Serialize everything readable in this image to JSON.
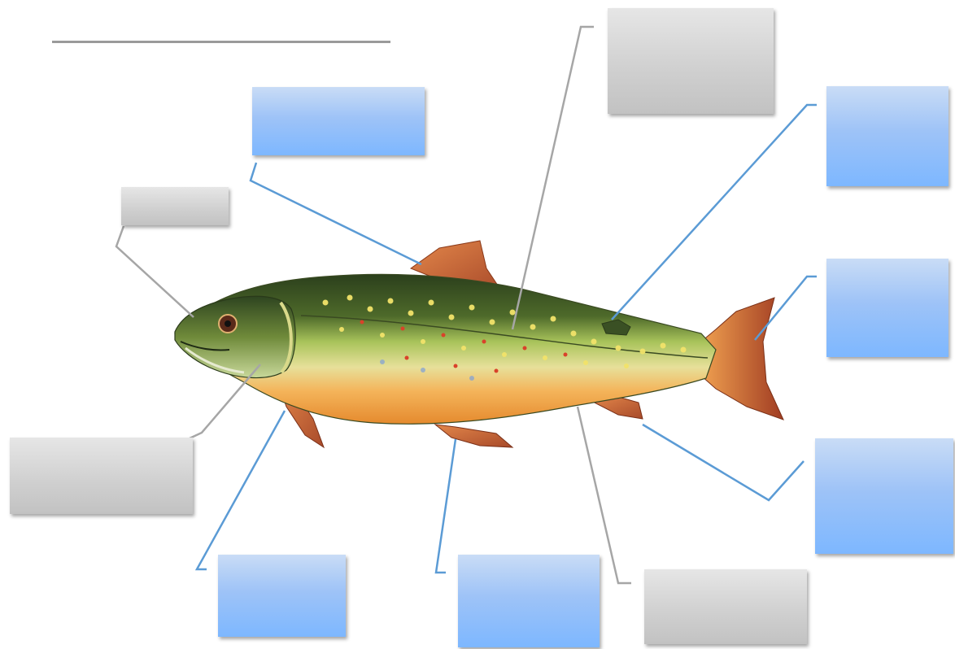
{
  "diagram": {
    "subject": "fish",
    "title": "",
    "labels": [
      {
        "id": "box-dorsal-fin",
        "style": "blue",
        "text": ""
      },
      {
        "id": "box-snout",
        "style": "gray",
        "text": ""
      },
      {
        "id": "box-lateral-line",
        "style": "gray",
        "text": ""
      },
      {
        "id": "box-adipose-fin",
        "style": "blue",
        "text": ""
      },
      {
        "id": "box-caudal-fin",
        "style": "blue",
        "text": ""
      },
      {
        "id": "box-anal-fin",
        "style": "blue",
        "text": ""
      },
      {
        "id": "box-gill-cover",
        "style": "gray",
        "text": ""
      },
      {
        "id": "box-pectoral-fin",
        "style": "blue",
        "text": ""
      },
      {
        "id": "box-pelvic-fin",
        "style": "blue",
        "text": ""
      },
      {
        "id": "box-vent",
        "style": "gray",
        "text": ""
      }
    ]
  },
  "colors": {
    "blue_line": "#5b9bd5",
    "gray_line": "#a6a6a6",
    "fish_back": "#2f4a22",
    "fish_side": "#a7c45a",
    "fish_belly": "#f0a040",
    "fin": "#c8643a"
  },
  "icons": [
    "fish-illustration"
  ]
}
